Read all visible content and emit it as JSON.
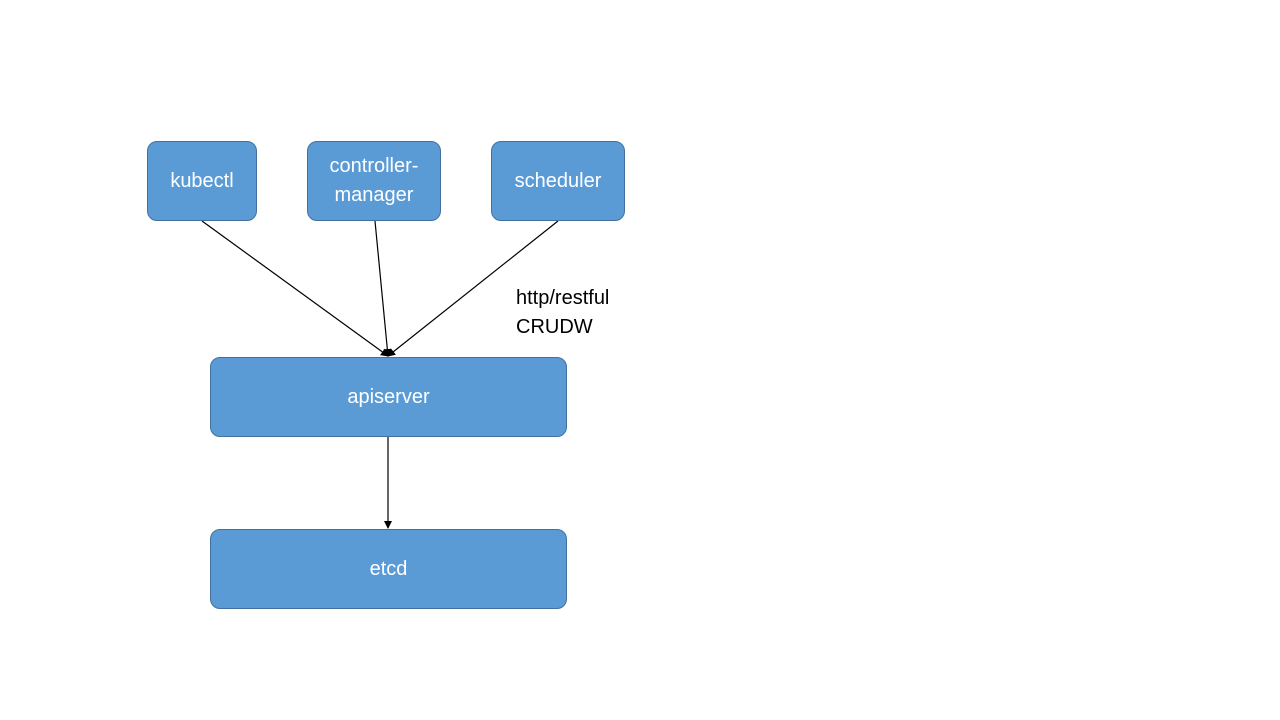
{
  "colors": {
    "node_fill": "#5b9bd5",
    "node_border": "#41719c",
    "node_text": "#ffffff",
    "edge": "#000000",
    "background": "#ffffff"
  },
  "nodes": {
    "kubectl": "kubectl",
    "controller_manager": "controller-\nmanager",
    "scheduler": "scheduler",
    "apiserver": "apiserver",
    "etcd": "etcd"
  },
  "annotation": {
    "line1": "http/restful",
    "line2": "CRUDW"
  },
  "edges": [
    {
      "from": "kubectl",
      "to": "apiserver"
    },
    {
      "from": "controller_manager",
      "to": "apiserver"
    },
    {
      "from": "scheduler",
      "to": "apiserver"
    },
    {
      "from": "apiserver",
      "to": "etcd"
    }
  ]
}
